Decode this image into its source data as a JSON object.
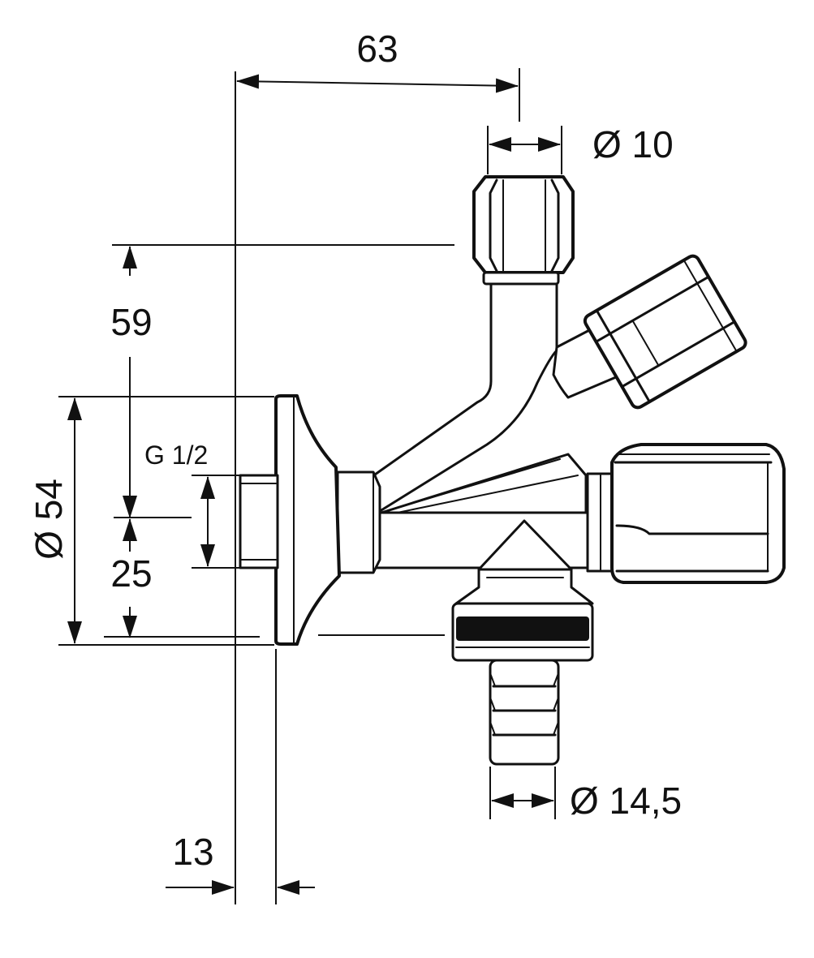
{
  "dimensions": {
    "width_63": "63",
    "outlet_dia_10": "Ø 10",
    "height_59": "59",
    "flange_dia_54": "Ø 54",
    "thread_g12": "G 1/2",
    "offset_25": "25",
    "hose_dia_14_5": "Ø 14,5",
    "depth_13": "13"
  },
  "colors": {
    "ink": "#111111",
    "background": "#ffffff"
  }
}
